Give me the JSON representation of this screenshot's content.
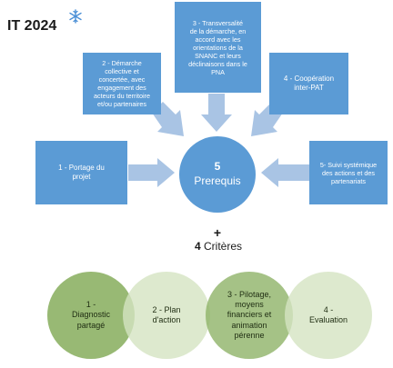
{
  "title": "IT 2024",
  "colors": {
    "box_blue": "#5b9bd5",
    "arrow_blue": "#a9c4e4",
    "circle_green_dark": "#8fb368",
    "circle_green_light": "#d5e4c2"
  },
  "icons": {
    "title_mark": "snowflake-icon"
  },
  "center": {
    "number": "5",
    "label": "Prerequis"
  },
  "prerequisites": [
    {
      "label": "1 - Portage du\nprojet"
    },
    {
      "label": "2 - Démarche\ncollective et\nconcertée, avec\nengagement des\nacteurs du territoire\net/ou partenaires"
    },
    {
      "label": "3 - Transversalité\nde la démarche, en\naccord avec les\norientations de la\nSNANC  et leurs\ndéclinaisons dans le\nPNA"
    },
    {
      "label": "4 - Coopération\ninter-PAT"
    },
    {
      "label": "5- Suivi systémique\ndes actions et des\npartenariats"
    }
  ],
  "plus": "+",
  "criteria_heading": {
    "number": "4",
    "label": "Critères"
  },
  "criteria": [
    {
      "label": "1 -\nDiagnostic\npartagé"
    },
    {
      "label": "2 - Plan\nd'action"
    },
    {
      "label": "3 - Pilotage,\nmoyens\nfinanciers et\nanimation\npérenne"
    },
    {
      "label": "4 -\nEvaluation"
    }
  ]
}
